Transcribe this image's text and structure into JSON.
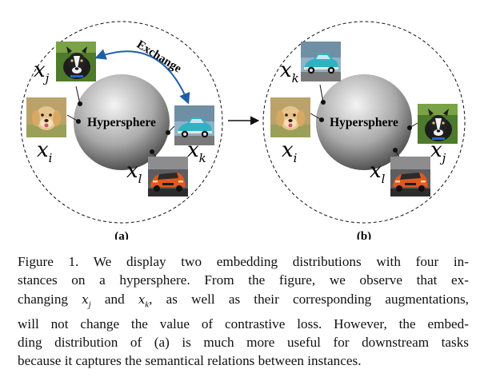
{
  "figure": {
    "sphere_label": "Hypersphere",
    "exchange_label": "Exchange",
    "panels": [
      {
        "label": "(a)",
        "top_image": "puppy-dog-photo",
        "left_image": "golden-retriever-puppy-photo",
        "right_image": "teal-classic-car-photo",
        "bottom_image": "orange-sports-car-photo",
        "vars": {
          "top": "x",
          "top_sub": "j",
          "left": "x",
          "left_sub": "i",
          "right": "x",
          "right_sub": "k",
          "bottom": "x",
          "bottom_sub": "l"
        }
      },
      {
        "label": "(b)",
        "top_image": "teal-classic-car-photo",
        "left_image": "golden-retriever-puppy-photo",
        "right_image": "puppy-dog-photo",
        "bottom_image": "orange-sports-car-photo",
        "vars": {
          "top": "x",
          "top_sub": "k",
          "left": "x",
          "left_sub": "i",
          "right": "x",
          "right_sub": "j",
          "bottom": "x",
          "bottom_sub": "l"
        }
      }
    ],
    "colors": {
      "exchange_arrow": "#1f5fa8",
      "sphere_dark": "#3a3a3a",
      "sphere_light": "#f2f2f2"
    }
  },
  "caption": {
    "lines": [
      "Figure 1. We display two embedding distributions with four in-",
      "stances on a hypersphere.  From the figure, we observe that ex-",
      "changing ",
      "will not change the value of contrastive loss. However, the embed-",
      "ding distribution of (a) is much more useful for downstream tasks",
      "because it captures the semantical relations between instances."
    ],
    "line3_var1": "x",
    "line3_sub1": "j",
    "line3_mid": " and ",
    "line3_var2": "x",
    "line3_sub2": "k",
    "line3_end": ", as well as their corresponding augmentations,"
  }
}
